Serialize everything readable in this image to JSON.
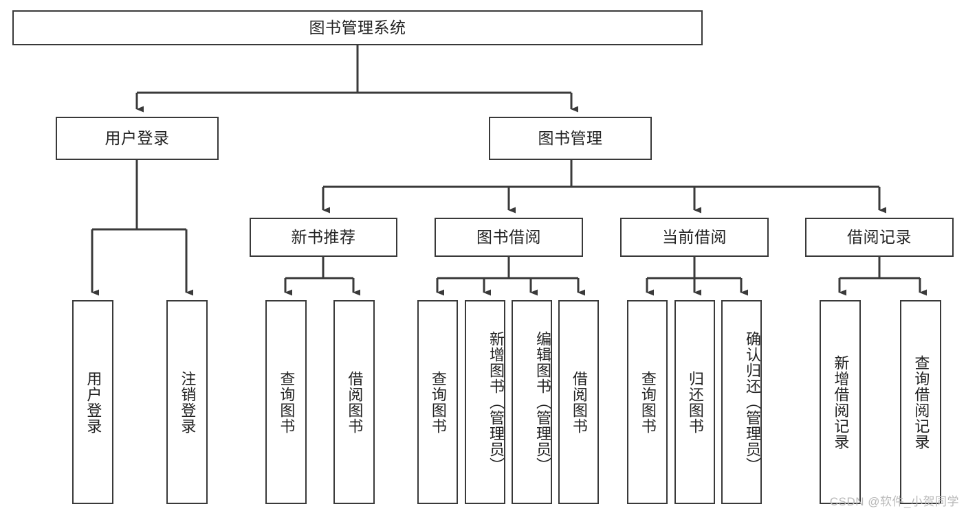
{
  "diagram": {
    "type": "hierarchy-tree",
    "title": "图书管理系统",
    "orientation": "top-down",
    "colors": {
      "box_border": "#393939",
      "box_fill": "#ffffff",
      "connector": "#3a3a3a",
      "text": "#222222",
      "watermark": "#b9b9b9",
      "background": "#ffffff"
    },
    "levels": [
      {
        "level": 1,
        "nodes": [
          {
            "id": "root",
            "label": "图书管理系统",
            "orientation": "horizontal"
          }
        ]
      },
      {
        "level": 2,
        "nodes": [
          {
            "id": "login",
            "label": "用户登录",
            "orientation": "horizontal",
            "parent": "root"
          },
          {
            "id": "bookmgmt",
            "label": "图书管理",
            "orientation": "horizontal",
            "parent": "root"
          }
        ]
      },
      {
        "level": 3,
        "nodes": [
          {
            "id": "newbook",
            "label": "新书推荐",
            "orientation": "horizontal",
            "parent": "bookmgmt"
          },
          {
            "id": "borrow",
            "label": "图书借阅",
            "orientation": "horizontal",
            "parent": "bookmgmt"
          },
          {
            "id": "current",
            "label": "当前借阅",
            "orientation": "horizontal",
            "parent": "bookmgmt"
          },
          {
            "id": "records",
            "label": "借阅记录",
            "orientation": "horizontal",
            "parent": "bookmgmt"
          }
        ]
      },
      {
        "level": 4,
        "nodes": [
          {
            "id": "leaf1",
            "label": "用户登录",
            "orientation": "vertical",
            "parent": "login"
          },
          {
            "id": "leaf2",
            "label": "注销登录",
            "orientation": "vertical",
            "parent": "login"
          },
          {
            "id": "leaf3",
            "label": "查询图书",
            "orientation": "vertical",
            "parent": "newbook"
          },
          {
            "id": "leaf4",
            "label": "借阅图书",
            "orientation": "vertical",
            "parent": "newbook"
          },
          {
            "id": "leaf5",
            "label": "查询图书",
            "orientation": "vertical",
            "parent": "borrow"
          },
          {
            "id": "leaf6",
            "label": "新增图书（管理员）",
            "orientation": "vertical",
            "parent": "borrow"
          },
          {
            "id": "leaf7",
            "label": "编辑图书（管理员）",
            "orientation": "vertical",
            "parent": "borrow"
          },
          {
            "id": "leaf8",
            "label": "借阅图书",
            "orientation": "vertical",
            "parent": "borrow"
          },
          {
            "id": "leaf9",
            "label": "查询图书",
            "orientation": "vertical",
            "parent": "current"
          },
          {
            "id": "leaf10",
            "label": "归还图书",
            "orientation": "vertical",
            "parent": "current"
          },
          {
            "id": "leaf11",
            "label": "确认归还（管理员）",
            "orientation": "vertical",
            "parent": "current"
          },
          {
            "id": "leaf12",
            "label": "新增借阅记录",
            "orientation": "vertical",
            "parent": "records"
          },
          {
            "id": "leaf13",
            "label": "查询借阅记录",
            "orientation": "vertical",
            "parent": "records"
          }
        ]
      }
    ]
  },
  "watermark": {
    "text": "CSDN @软件_小贺同学"
  }
}
